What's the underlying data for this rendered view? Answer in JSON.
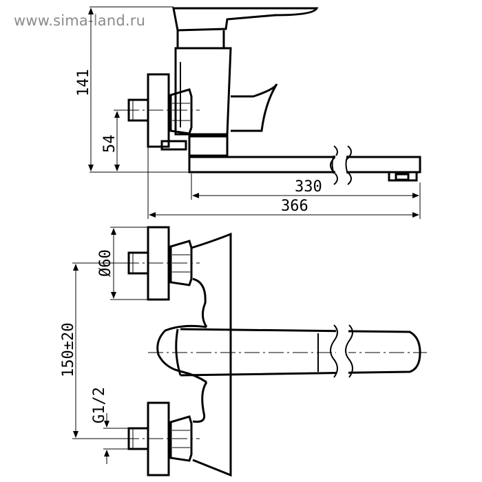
{
  "watermark": "www.sima-land.ru",
  "dimensions": {
    "height_total": "141",
    "height_outlet": "54",
    "spout_reach": "330",
    "overall_length": "366",
    "flange_diameter": "Ø60",
    "center_distance": "150±20",
    "thread": "G1/2"
  }
}
